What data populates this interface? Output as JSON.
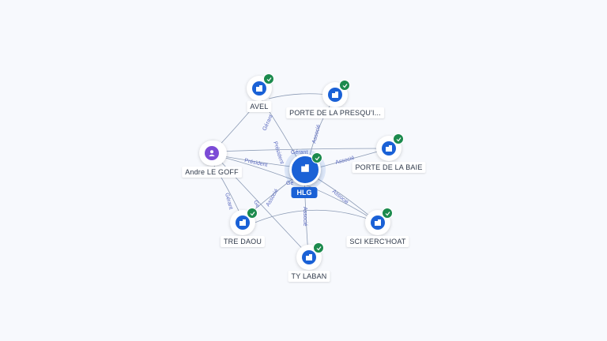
{
  "graph": {
    "hub": {
      "name": "HLG"
    },
    "nodes": {
      "andre": "Andre LE GOFF",
      "avel": "AVEL",
      "porte_presqu": "PORTE DE LA PRESQU'I...",
      "porte_baie": "PORTE DE LA BAIE",
      "sci_kerc": "SCI KERC'HOAT",
      "ty_laban": "TY LABAN",
      "tre_daou": "TRE DAOU"
    },
    "edges": {
      "gerant": "Gérant",
      "president": "Président",
      "associe": "Associé",
      "gerant_short": "Gé",
      "associe_short": "Ge"
    }
  },
  "colors": {
    "company": "#1a61d6",
    "person": "#7c4bd6",
    "verified": "#1b8a4d",
    "edge": "#8c9bb5"
  }
}
